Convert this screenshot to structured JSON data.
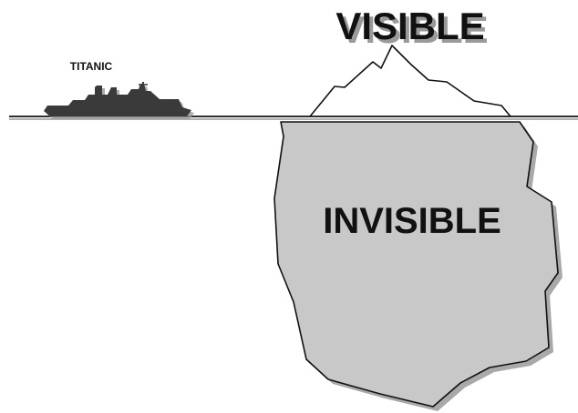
{
  "labels": {
    "ship": "TITANIC",
    "above_water": "VISIBLE",
    "below_water": "INVISIBLE"
  },
  "colors": {
    "background": "#ffffff",
    "iceberg_fill": "#c8c8c8",
    "outline": "#111111",
    "ship": "#3a3a3a",
    "shadow": "#9a9a9a"
  }
}
